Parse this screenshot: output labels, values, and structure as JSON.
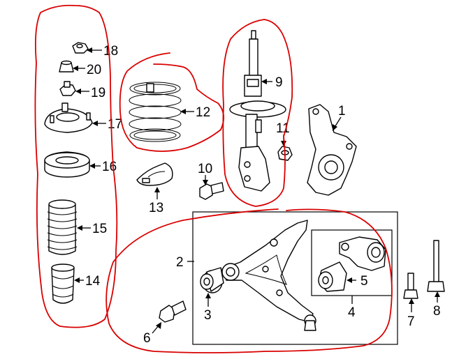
{
  "diagram": {
    "callouts": [
      {
        "id": "c1",
        "label": "1"
      },
      {
        "id": "c2",
        "label": "2"
      },
      {
        "id": "c3",
        "label": "3"
      },
      {
        "id": "c4",
        "label": "4"
      },
      {
        "id": "c5",
        "label": "5"
      },
      {
        "id": "c6",
        "label": "6"
      },
      {
        "id": "c7",
        "label": "7"
      },
      {
        "id": "c8",
        "label": "8"
      },
      {
        "id": "c9",
        "label": "9"
      },
      {
        "id": "c10",
        "label": "10"
      },
      {
        "id": "c11",
        "label": "11"
      },
      {
        "id": "c12",
        "label": "12"
      },
      {
        "id": "c13",
        "label": "13"
      },
      {
        "id": "c14",
        "label": "14"
      },
      {
        "id": "c15",
        "label": "15"
      },
      {
        "id": "c16",
        "label": "16"
      },
      {
        "id": "c17",
        "label": "17"
      },
      {
        "id": "c18",
        "label": "18"
      },
      {
        "id": "c19",
        "label": "19"
      },
      {
        "id": "c20",
        "label": "20"
      }
    ],
    "colors": {
      "ink": "#000000",
      "highlight": "#d90000",
      "background": "#ffffff"
    }
  }
}
